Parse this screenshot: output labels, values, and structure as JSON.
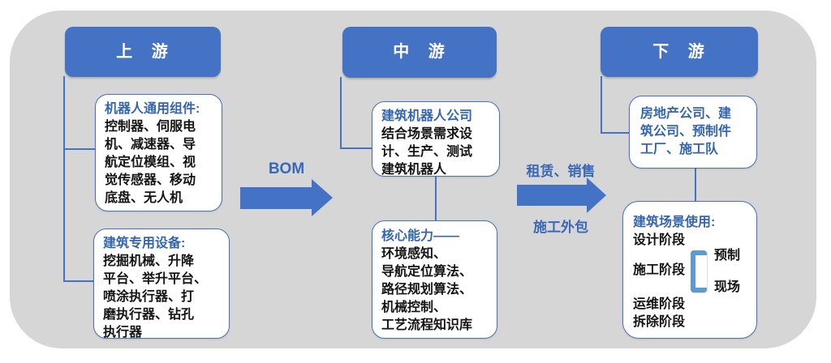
{
  "colors": {
    "primary_blue": "#4472c4",
    "title_blue": "#3465b0",
    "bracket_blue": "#5b9bd5",
    "panel_gray": "#d6d6d6",
    "text_black": "#141414",
    "box_white": "#ffffff"
  },
  "columns": [
    {
      "id": "upstream",
      "header": "上 游",
      "boxes": [
        {
          "title": "机器人通用组件:",
          "body": "控制器、伺服电\n机、减速器、导\n航定位模组、视\n觉传感器、移动\n底盘、无人机"
        },
        {
          "title": "建筑专用设备:",
          "body": "挖掘机械、升降\n平台、举升平台、\n喷涂执行器、打\n磨执行器、钻孔\n执行器"
        }
      ]
    },
    {
      "id": "midstream",
      "header": "中 游",
      "boxes": [
        {
          "title": "建筑机器人公司",
          "body": "结合场景需求设\n计、生产、测试\n建筑机器人"
        },
        {
          "title": "核心能力——",
          "body": "环境感知、\n导航定位算法、\n路径规划算法、\n机械控制、\n工艺流程知识库"
        }
      ]
    },
    {
      "id": "downstream",
      "header": "下 游",
      "boxes": [
        {
          "title": "房地产公司、建\n筑公司、预制件\n工厂、施工队"
        },
        {
          "title": "建筑场景使用:",
          "stages": [
            "设计阶段",
            "施工阶段",
            "运维阶段",
            "拆除阶段"
          ],
          "construction_split": [
            "预制",
            "现场"
          ]
        }
      ]
    }
  ],
  "arrows": [
    {
      "label_top": "BOM",
      "label_bottom": ""
    },
    {
      "label_top": "租赁、销售",
      "label_bottom": "施工外包"
    }
  ]
}
